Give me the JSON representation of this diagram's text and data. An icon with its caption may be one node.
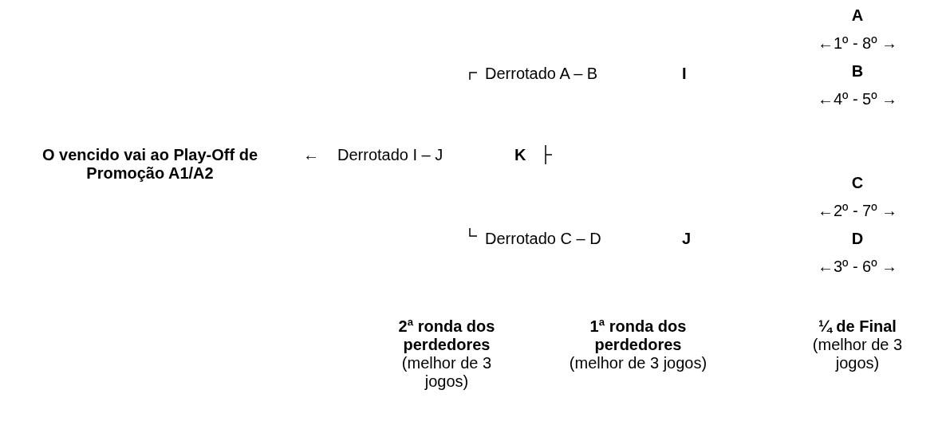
{
  "diagram": {
    "labels": [
      "A",
      "←1º - 8º →",
      "Derrotado A – B",
      "I",
      "B",
      "←4º - 5º →",
      "O vencido vai ao Play-Off de Promoção A1/A2",
      "←",
      "Derrotado I – J",
      "K",
      "C",
      "←2º - 7º →",
      "Derrotado C – D",
      "J",
      "D",
      "←3º - 6º →",
      "2ª ronda dos perdedores",
      "(melhor de 3 jogos)",
      "1ª ronda dos perdedores",
      "(melhor de 3 jogos)",
      "¼ de Final",
      "(melhor de 3 jogos)"
    ]
  }
}
